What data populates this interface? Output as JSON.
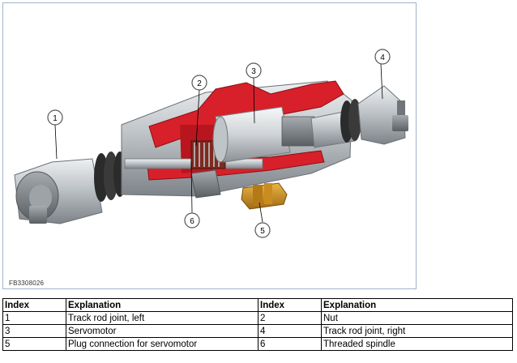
{
  "figure": {
    "code": "FB3308026",
    "callouts": [
      "1",
      "2",
      "3",
      "4",
      "5",
      "6"
    ]
  },
  "table": {
    "headers": [
      "Index",
      "Explanation",
      "Index",
      "Explanation"
    ],
    "rows": [
      [
        "1",
        "Track rod joint, left",
        "2",
        "Nut"
      ],
      [
        "3",
        "Servomotor",
        "4",
        "Track rod joint, right"
      ],
      [
        "5",
        "Plug connection for servomotor",
        "6",
        "Threaded spindle"
      ]
    ]
  },
  "colors": {
    "frame_border": "#9fb4cc",
    "housing_cut": "#d8202a",
    "metal": "#c8cccf",
    "plug": "#c8901e",
    "callout_fill": "#ffffff"
  }
}
